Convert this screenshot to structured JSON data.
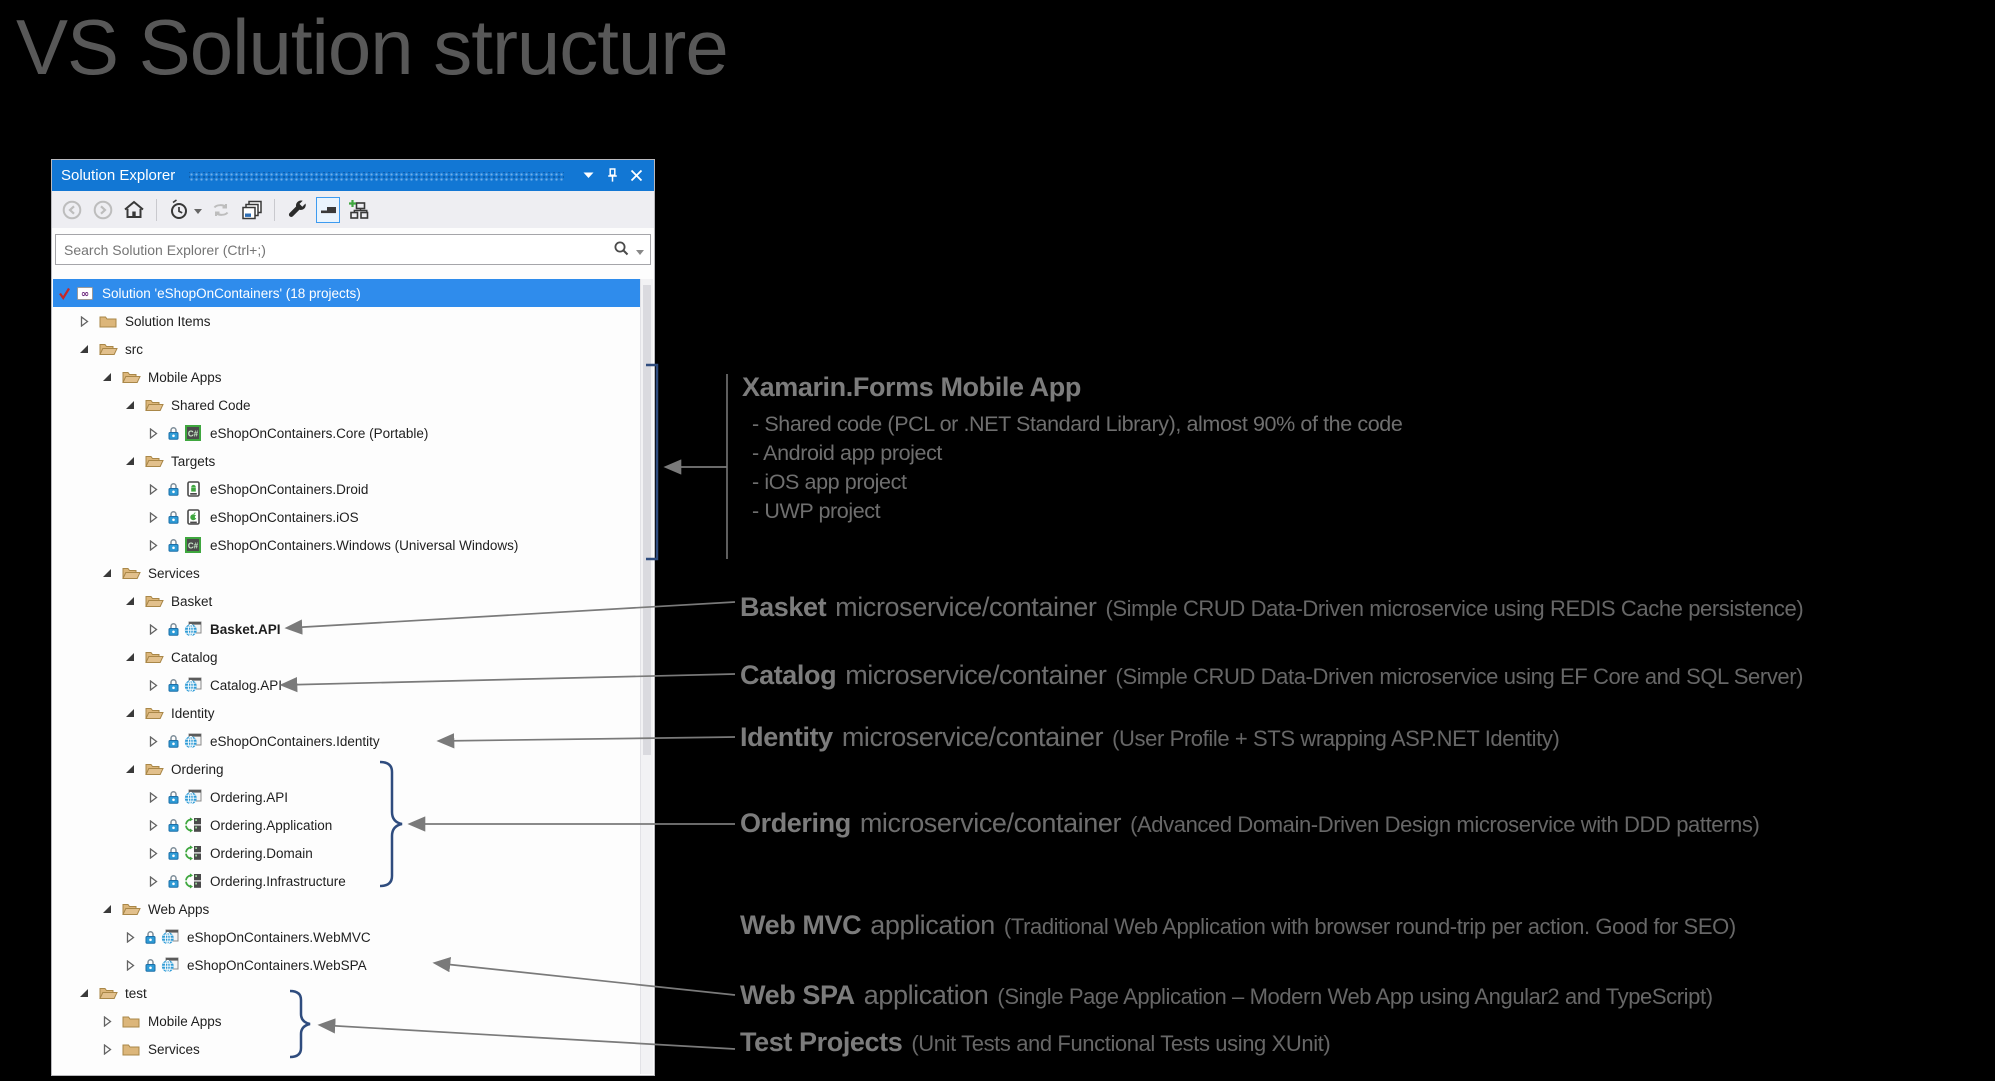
{
  "page": {
    "title": "VS Solution structure"
  },
  "panel": {
    "title": "Solution Explorer",
    "titlebar_icons": [
      "window-position-chevron",
      "pin",
      "close"
    ],
    "toolbar_icons": [
      "back",
      "forward",
      "home",
      "pending-changes-filter",
      "sync-with-active-document",
      "collapse-all",
      "properties",
      "preview-selected-items",
      "add-to-code-map"
    ],
    "search": {
      "placeholder": "Search Solution Explorer (Ctrl+;)"
    }
  },
  "tree": {
    "rows": [
      {
        "label": "Solution 'eShopOnContainers' (18 projects)",
        "level": 0,
        "icon": "solution",
        "expander": "none",
        "selected": true,
        "checked": true
      },
      {
        "label": "Solution Items",
        "level": 1,
        "icon": "folder-closed",
        "expander": "collapsed"
      },
      {
        "label": "src",
        "level": 1,
        "icon": "folder-open",
        "expander": "expanded"
      },
      {
        "label": "Mobile Apps",
        "level": 2,
        "icon": "folder-open",
        "expander": "expanded"
      },
      {
        "label": "Shared Code",
        "level": 3,
        "icon": "folder-open",
        "expander": "expanded"
      },
      {
        "label": "eShopOnContainers.Core (Portable)",
        "level": 4,
        "icon": "csharp",
        "expander": "collapsed",
        "lock": true
      },
      {
        "label": "Targets",
        "level": 3,
        "icon": "folder-open",
        "expander": "expanded"
      },
      {
        "label": "eShopOnContainers.Droid",
        "level": 4,
        "icon": "android",
        "expander": "collapsed",
        "lock": true
      },
      {
        "label": "eShopOnContainers.iOS",
        "level": 4,
        "icon": "ios",
        "expander": "collapsed",
        "lock": true
      },
      {
        "label": "eShopOnContainers.Windows (Universal Windows)",
        "level": 4,
        "icon": "csharp",
        "expander": "collapsed",
        "lock": true
      },
      {
        "label": "Services",
        "level": 2,
        "icon": "folder-open",
        "expander": "expanded"
      },
      {
        "label": "Basket",
        "level": 3,
        "icon": "folder-open",
        "expander": "expanded"
      },
      {
        "label": "Basket.API",
        "level": 4,
        "icon": "web",
        "expander": "collapsed",
        "lock": true,
        "bold": true
      },
      {
        "label": "Catalog",
        "level": 3,
        "icon": "folder-open",
        "expander": "expanded"
      },
      {
        "label": "Catalog.API",
        "level": 4,
        "icon": "web",
        "expander": "collapsed",
        "lock": true
      },
      {
        "label": "Identity",
        "level": 3,
        "icon": "folder-open",
        "expander": "expanded"
      },
      {
        "label": "eShopOnContainers.Identity",
        "level": 4,
        "icon": "web",
        "expander": "collapsed",
        "lock": true
      },
      {
        "label": "Ordering",
        "level": 3,
        "icon": "folder-open",
        "expander": "expanded"
      },
      {
        "label": "Ordering.API",
        "level": 4,
        "icon": "web",
        "expander": "collapsed",
        "lock": true
      },
      {
        "label": "Ordering.Application",
        "level": 4,
        "icon": "classlib",
        "expander": "collapsed",
        "lock": true
      },
      {
        "label": "Ordering.Domain",
        "level": 4,
        "icon": "classlib",
        "expander": "collapsed",
        "lock": true
      },
      {
        "label": "Ordering.Infrastructure",
        "level": 4,
        "icon": "classlib",
        "expander": "collapsed",
        "lock": true
      },
      {
        "label": "Web Apps",
        "level": 2,
        "icon": "folder-open",
        "expander": "expanded"
      },
      {
        "label": "eShopOnContainers.WebMVC",
        "level": 3,
        "icon": "web",
        "expander": "collapsed",
        "lock": true
      },
      {
        "label": "eShopOnContainers.WebSPA",
        "level": 3,
        "icon": "web",
        "expander": "collapsed",
        "lock": true
      },
      {
        "label": "test",
        "level": 1,
        "icon": "folder-open",
        "expander": "expanded"
      },
      {
        "label": "Mobile Apps",
        "level": 2,
        "icon": "folder-closed",
        "expander": "collapsed"
      },
      {
        "label": "Services",
        "level": 2,
        "icon": "folder-closed",
        "expander": "collapsed"
      }
    ]
  },
  "annotations": {
    "xamarin": {
      "heading": "Xamarin.Forms Mobile App",
      "lines": [
        "- Shared code (PCL or .NET Standard Library), almost 90% of the code",
        "- Android app project",
        "- iOS app project",
        "- UWP project"
      ]
    },
    "basket": {
      "bold": "Basket",
      "mid": "microservice/container",
      "paren": "(Simple CRUD Data-Driven microservice using REDIS Cache persistence)"
    },
    "catalog": {
      "bold": "Catalog",
      "mid": "microservice/container",
      "paren": "(Simple CRUD Data-Driven microservice using EF Core and SQL Server)"
    },
    "identity": {
      "bold": "Identity",
      "mid": "microservice/container",
      "paren": "(User Profile + STS wrapping ASP.NET Identity)"
    },
    "ordering": {
      "bold": "Ordering",
      "mid": "microservice/container",
      "paren": "(Advanced Domain-Driven Design microservice with DDD patterns)"
    },
    "webmvc": {
      "bold": "Web MVC",
      "mid": "application",
      "paren": "(Traditional Web Application with browser round-trip per action. Good for SEO)"
    },
    "webspa": {
      "bold": "Web SPA",
      "mid": "application",
      "paren": "(Single Page Application – Modern Web App using Angular2 and TypeScript)"
    },
    "test": {
      "bold": "Test Projects",
      "mid": "",
      "paren": "(Unit Tests and Functional Tests using XUnit)"
    }
  },
  "colors": {
    "titlebar_blue": "#1277D4",
    "selection_blue": "#2F8CEC",
    "folder_tan": "#DCB67A",
    "annotation_gray": "#6F6F6F",
    "connector_navy": "#2F4C7E",
    "arrow_gray": "#7A7A7A"
  }
}
